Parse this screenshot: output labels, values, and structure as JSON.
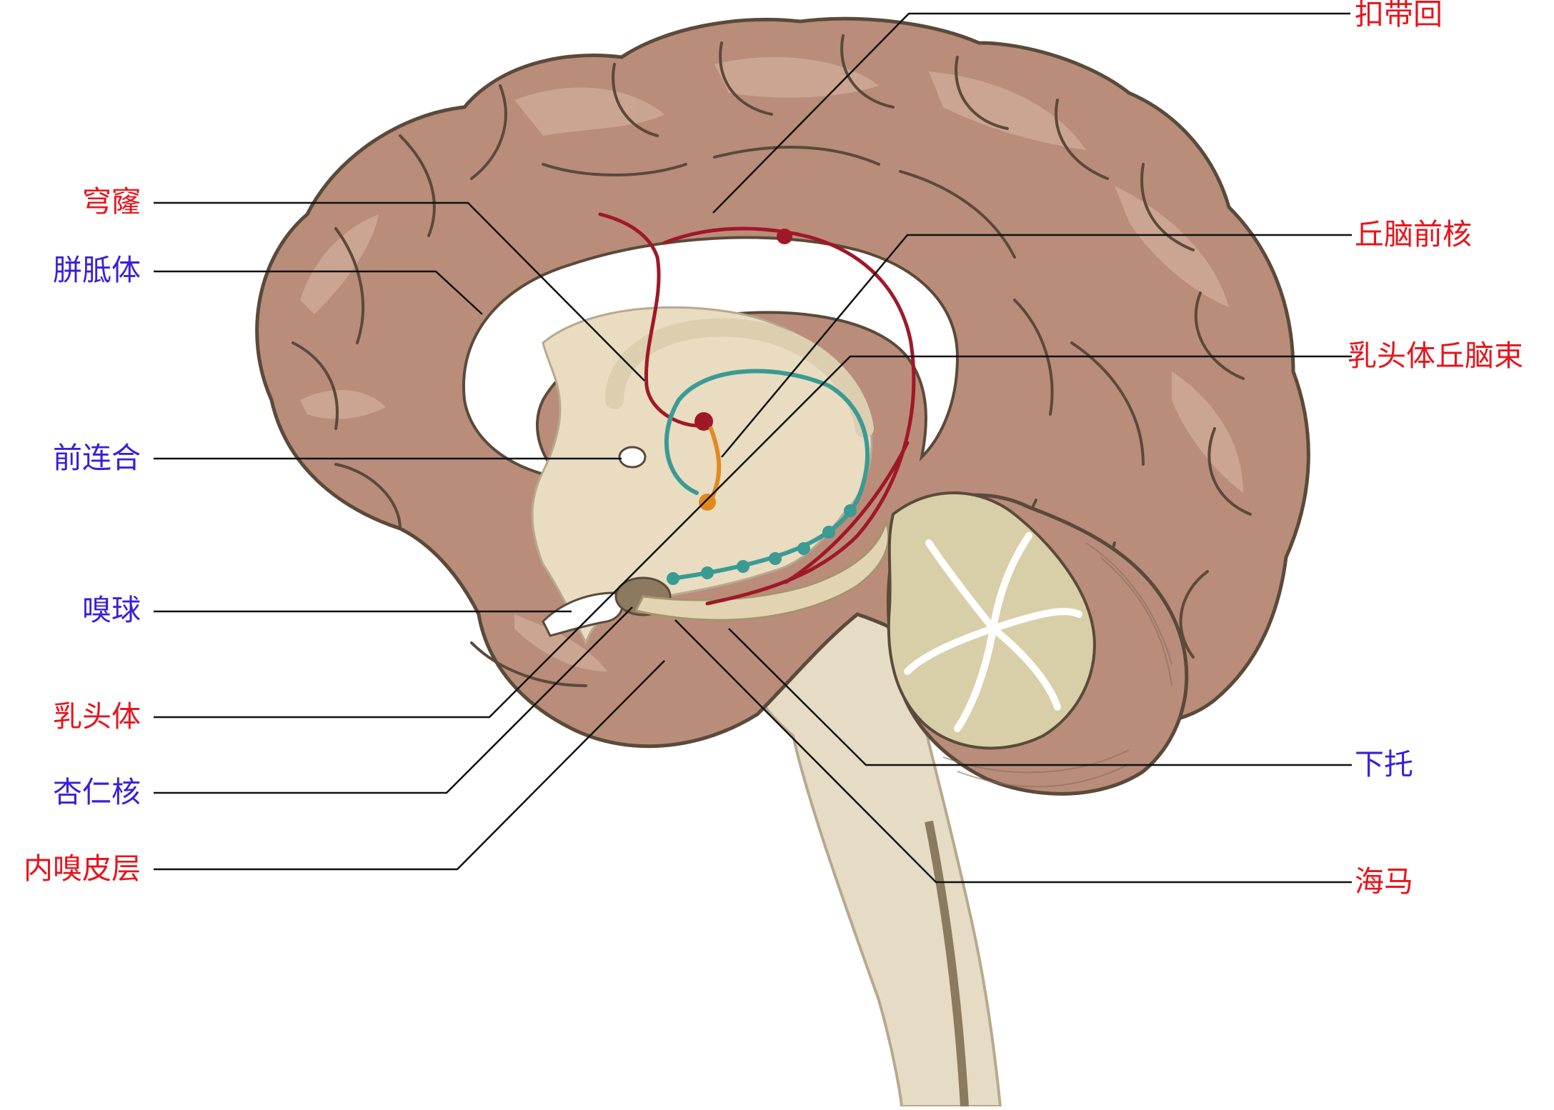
{
  "colors": {
    "brain_fill": "#b98d7a",
    "brain_shade": "#cfa897",
    "sulcus_line": "#5a4a3a",
    "white_matter": "#ffffff",
    "inner_beige": "#e9dcc0",
    "cerebellum_fill": "#d8cfa8",
    "brainstem": "#e6dcc6",
    "circuit_red": "#a01828",
    "circuit_teal": "#3a9a94",
    "circuit_orange": "#e08a1e",
    "label_red": "#e8141b",
    "label_blue": "#3b1fd9"
  },
  "labels": {
    "cingulate_gyrus": "扣带回",
    "fornix": "穹窿",
    "corpus_callosum": "胼胝体",
    "anterior_thalamic_nucleus": "丘脑前核",
    "mammillothalamic_tract": "乳头体丘脑束",
    "anterior_commissure": "前连合",
    "olfactory_bulb": "嗅球",
    "mammillary_body": "乳头体",
    "amygdala": "杏仁核",
    "entorhinal_cortex": "内嗅皮层",
    "subiculum": "下托",
    "hippocampus": "海马"
  }
}
